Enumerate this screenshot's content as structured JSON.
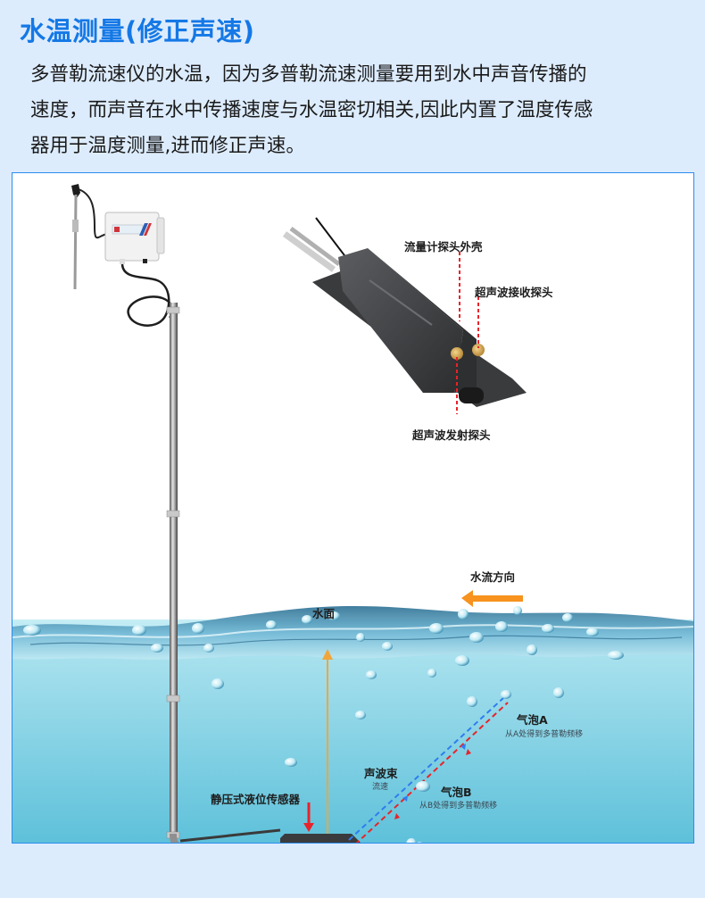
{
  "header": {
    "title": "水温测量(修正声速)"
  },
  "description": {
    "lines": [
      "多普勒流速仪的水温，因为多普勒流速测量要用到水中声音传播的",
      "速度，而声音在水中传播速度与水温密切相关,因此内置了温度传感",
      "器用于温度测量,进而修正声速。"
    ]
  },
  "diagram": {
    "probe_labels": {
      "housing": "流量计探头外壳",
      "receiver": "超声波接收探头",
      "transmitter": "超声波发射探头"
    },
    "flow_direction": "水流方向",
    "water_surface": "水面",
    "bubble_a": {
      "title": "气泡A",
      "note": "从A处得到多普勒频移"
    },
    "bubble_b": {
      "title": "气泡B",
      "note": "从B处得到多普勒频移"
    },
    "beam": {
      "title": "声波束",
      "note": "流速"
    },
    "pressure_sensor": "静压式液位传感器",
    "icons": [
      "antenna-icon",
      "data-logger-box-icon",
      "mounting-pole-icon",
      "flow-probe-icon",
      "level-sensor-icon"
    ],
    "colors": {
      "title_blue": "#1478e6",
      "panel_border": "#2b8cf0",
      "flow_arrow": "#f7931e",
      "surface_arrow": "#f2a53a",
      "beam_blue": "#2f7df0",
      "beam_red": "#e8232a",
      "pointer_red": "#e8232a",
      "water_top": "#aee3ef",
      "water_bottom": "#5fc2dc"
    }
  }
}
